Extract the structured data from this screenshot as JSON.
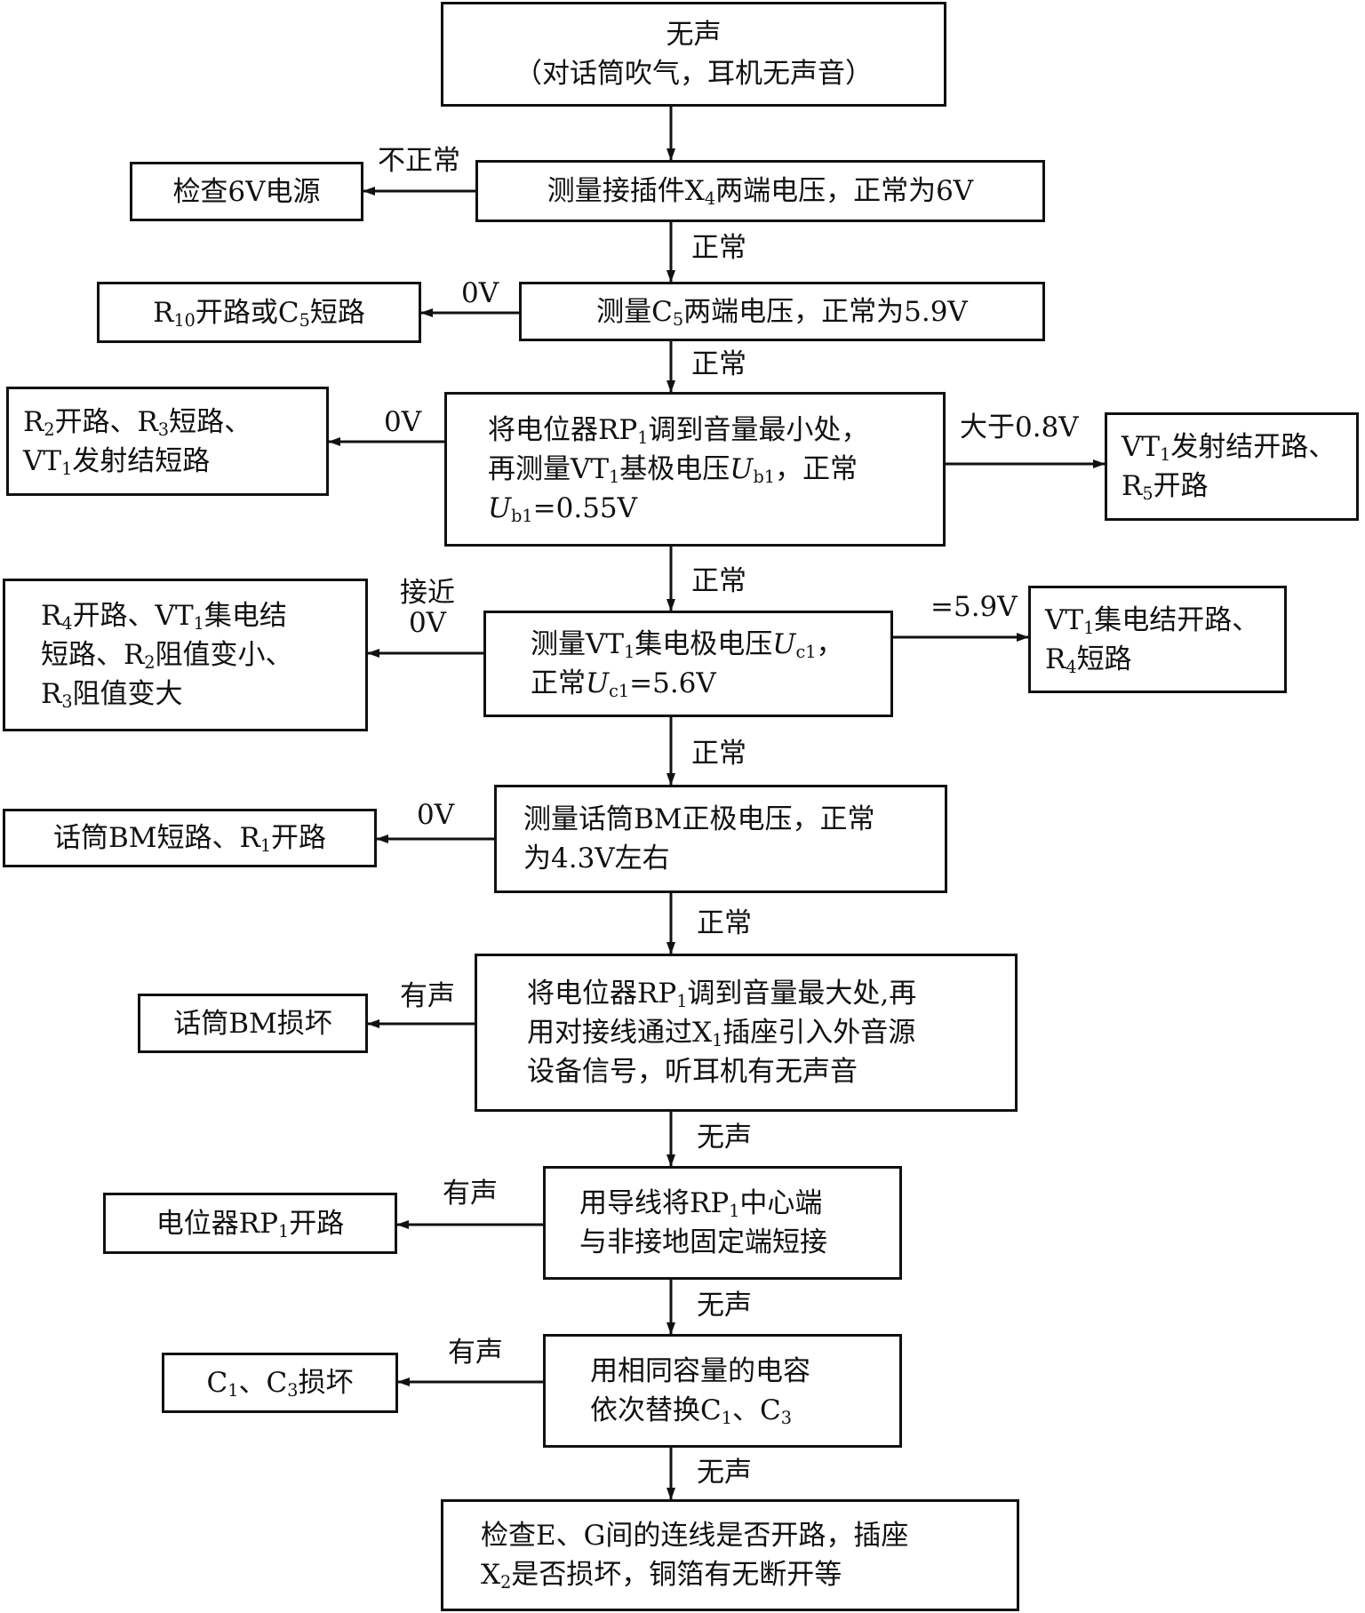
{
  "nodes": {
    "start_title": "无声",
    "start_sub": "（对话筒吹气，耳机无声音）",
    "check_6v": "检查6V电源",
    "measure_x4": [
      "测量接插件X",
      "4",
      "两端电压，正常为6V"
    ],
    "r10_fault": [
      "R",
      "10",
      "开路或C",
      "5",
      "短路"
    ],
    "measure_c5": [
      "测量C",
      "5",
      "两端电压，正常为5.9V"
    ],
    "r2_fault_l1": [
      "R",
      "2",
      "开路、R",
      "3",
      "短路、"
    ],
    "r2_fault_l2": [
      "VT",
      "1",
      "发射结短路"
    ],
    "rp1_min_l1": [
      "将电位器RP",
      "1",
      "调到音量最小处，"
    ],
    "rp1_min_l2": [
      "再测量VT",
      "1",
      "基极电压",
      "U",
      "b1",
      "，正常"
    ],
    "rp1_min_l3": [
      "U",
      "b1",
      "=0.55V"
    ],
    "vt1_emit_l1": [
      "VT",
      "1",
      "发射结开路、"
    ],
    "vt1_emit_l2": [
      "R",
      "5",
      "开路"
    ],
    "r4_fault_l1": [
      "R",
      "4",
      "开路、VT",
      "1",
      "集电结"
    ],
    "r4_fault_l2": [
      "短路、R",
      "2",
      "阻值变小、"
    ],
    "r4_fault_l3": [
      "R",
      "3",
      "阻值变大"
    ],
    "measure_uc1_l1": [
      "测量VT",
      "1",
      "集电极电压",
      "U",
      "c1",
      "，"
    ],
    "measure_uc1_l2": [
      "正常",
      "U",
      "c1",
      "=5.6V"
    ],
    "vt1_coll_l1": [
      "VT",
      "1",
      "集电结开路、"
    ],
    "vt1_coll_l2": [
      "R",
      "4",
      "短路"
    ],
    "bm_short": [
      "话筒BM短路、R",
      "1",
      "开路"
    ],
    "measure_bm_l1": "测量话筒BM正极电压，正常",
    "measure_bm_l2": "为4.3V左右",
    "bm_damaged": "话筒BM损坏",
    "rp1_max_l1": [
      "将电位器RP",
      "1",
      "调到音量最大处,再"
    ],
    "rp1_max_l2": [
      "用对接线通过X",
      "1",
      "插座引入外音源"
    ],
    "rp1_max_l3": "设备信号，听耳机有无声音",
    "rp1_open": [
      "电位器RP",
      "1",
      "开路"
    ],
    "short_rp1_l1": [
      "用导线将RP",
      "1",
      "中心端"
    ],
    "short_rp1_l2": "与非接地固定端短接",
    "c1c3_damaged": [
      "C",
      "1",
      "、C",
      "3",
      "损坏"
    ],
    "replace_c_l1": "用相同容量的电容",
    "replace_c_l2": [
      "依次替换C",
      "1",
      "、C",
      "3"
    ],
    "final_l1": "检查E、G间的连线是否开路，插座",
    "final_l2": [
      "X",
      "2",
      "是否损坏，铜箔有无断开等"
    ]
  },
  "edge_labels": {
    "abnormal": "不正常",
    "normal": "正常",
    "zero_v": "0V",
    "gt_08": "大于0.8V",
    "near_l1": "接近",
    "near_l2": "0V",
    "eq_59": "=5.9V",
    "has_sound": "有声",
    "no_sound": "无声"
  }
}
